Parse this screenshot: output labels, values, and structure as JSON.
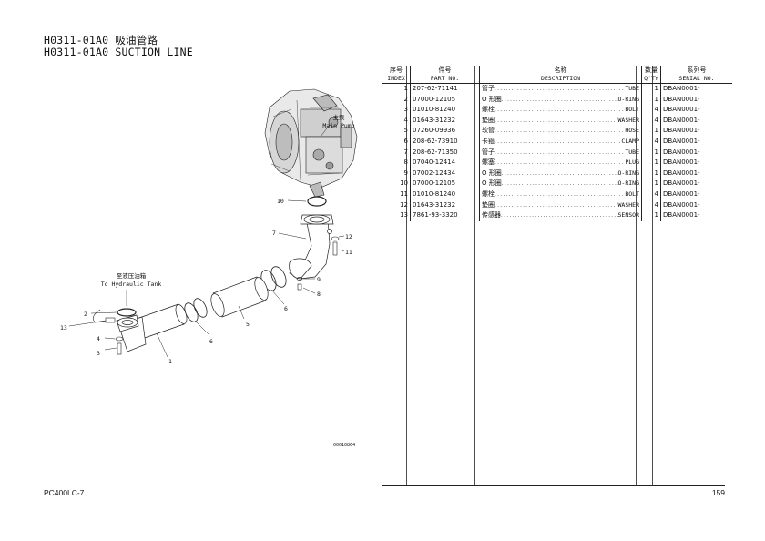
{
  "header": {
    "title_line1": "H0311-01A0 吸油管路",
    "title_line2": "H0311-01A0 SUCTION LINE"
  },
  "diagram": {
    "callouts": {
      "main_pump_cn": "主泵",
      "main_pump_en": "Main Pump",
      "tank_cn": "至液压油箱",
      "tank_en": "To Hydraulic Tank",
      "n1": "1",
      "n2": "2",
      "n3": "3",
      "n4": "4",
      "n5": "5",
      "n6a": "6",
      "n6b": "6",
      "n7": "7",
      "n8": "8",
      "n9": "9",
      "n10": "10",
      "n11": "11",
      "n12": "12",
      "n13": "13"
    },
    "figure_code": "00010864"
  },
  "table": {
    "headers": {
      "index_cn": "序号",
      "index_en": "INDEX",
      "part_cn": "件号",
      "part_en": "PART NO.",
      "desc_cn": "名称",
      "desc_en": "DESCRIPTION",
      "qty_cn": "数量",
      "qty_en": "Q'TY",
      "serial_cn": "系列号",
      "serial_en": "SERIAL NO."
    },
    "dots": "....................................................................",
    "rows": [
      {
        "index": "1",
        "part_no": "207-62-71141",
        "desc_cn": "管子",
        "desc_en": "TUBE",
        "qty": "1",
        "serial": "DBAN0001-"
      },
      {
        "index": "2",
        "part_no": "07000-12105",
        "desc_cn": "O 形圈",
        "desc_en": "O-RING",
        "qty": "1",
        "serial": "DBAN0001-"
      },
      {
        "index": "3",
        "part_no": "01010-81240",
        "desc_cn": "螺栓",
        "desc_en": "BOLT",
        "qty": "4",
        "serial": "DBAN0001-"
      },
      {
        "index": "4",
        "part_no": "01643-31232",
        "desc_cn": "垫圈",
        "desc_en": "WASHER",
        "qty": "4",
        "serial": "DBAN0001-"
      },
      {
        "index": "5",
        "part_no": "07260-09936",
        "desc_cn": "软管",
        "desc_en": "HOSE",
        "qty": "1",
        "serial": "DBAN0001-"
      },
      {
        "index": "6",
        "part_no": "208-62-73910",
        "desc_cn": "卡箍",
        "desc_en": "CLAMP",
        "qty": "4",
        "serial": "DBAN0001-"
      },
      {
        "index": "7",
        "part_no": "208-62-71350",
        "desc_cn": "管子",
        "desc_en": "TUBE",
        "qty": "1",
        "serial": "DBAN0001-"
      },
      {
        "index": "8",
        "part_no": "07040-12414",
        "desc_cn": "螺塞",
        "desc_en": "PLUG",
        "qty": "1",
        "serial": "DBAN0001-"
      },
      {
        "index": "9",
        "part_no": "07002-12434",
        "desc_cn": "O 形圈",
        "desc_en": "O-RING",
        "qty": "1",
        "serial": "DBAN0001-"
      },
      {
        "index": "10",
        "part_no": "07000-12105",
        "desc_cn": "O 形圈",
        "desc_en": "O-RING",
        "qty": "1",
        "serial": "DBAN0001-"
      },
      {
        "index": "11",
        "part_no": "01010-81240",
        "desc_cn": "螺栓",
        "desc_en": "BOLT",
        "qty": "4",
        "serial": "DBAN0001-"
      },
      {
        "index": "12",
        "part_no": "01643-31232",
        "desc_cn": "垫圈",
        "desc_en": "WASHER",
        "qty": "4",
        "serial": "DBAN0001-"
      },
      {
        "index": "13",
        "part_no": "7861-93-3320",
        "desc_cn": "传感器",
        "desc_en": "SENSOR",
        "qty": "1",
        "serial": "DBAN0001-"
      }
    ]
  },
  "footer": {
    "model": "PC400LC-7",
    "page": "159"
  }
}
